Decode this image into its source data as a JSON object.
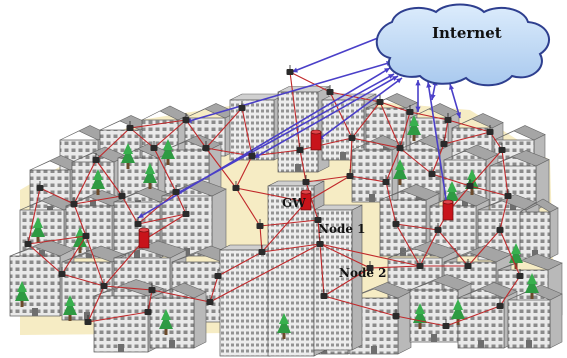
{
  "cloud": {
    "label": "Internet"
  },
  "labels": {
    "gw": "GW",
    "node1": "Node 1",
    "node2": "Node 2"
  },
  "colors": {
    "mesh_link": "#c0282a",
    "uplink": "#4a3fc8",
    "cloud_fill": "#bcd8f5",
    "cloud_stroke": "#2e3f8f",
    "gateway": "#c8141b",
    "router": "#2a2a2a",
    "ground": "#f6ecc4",
    "tree": "#2e9a42"
  },
  "icons": [
    "cloud-icon",
    "gateway-router-icon",
    "mesh-router-icon",
    "building-icon",
    "tree-icon"
  ]
}
